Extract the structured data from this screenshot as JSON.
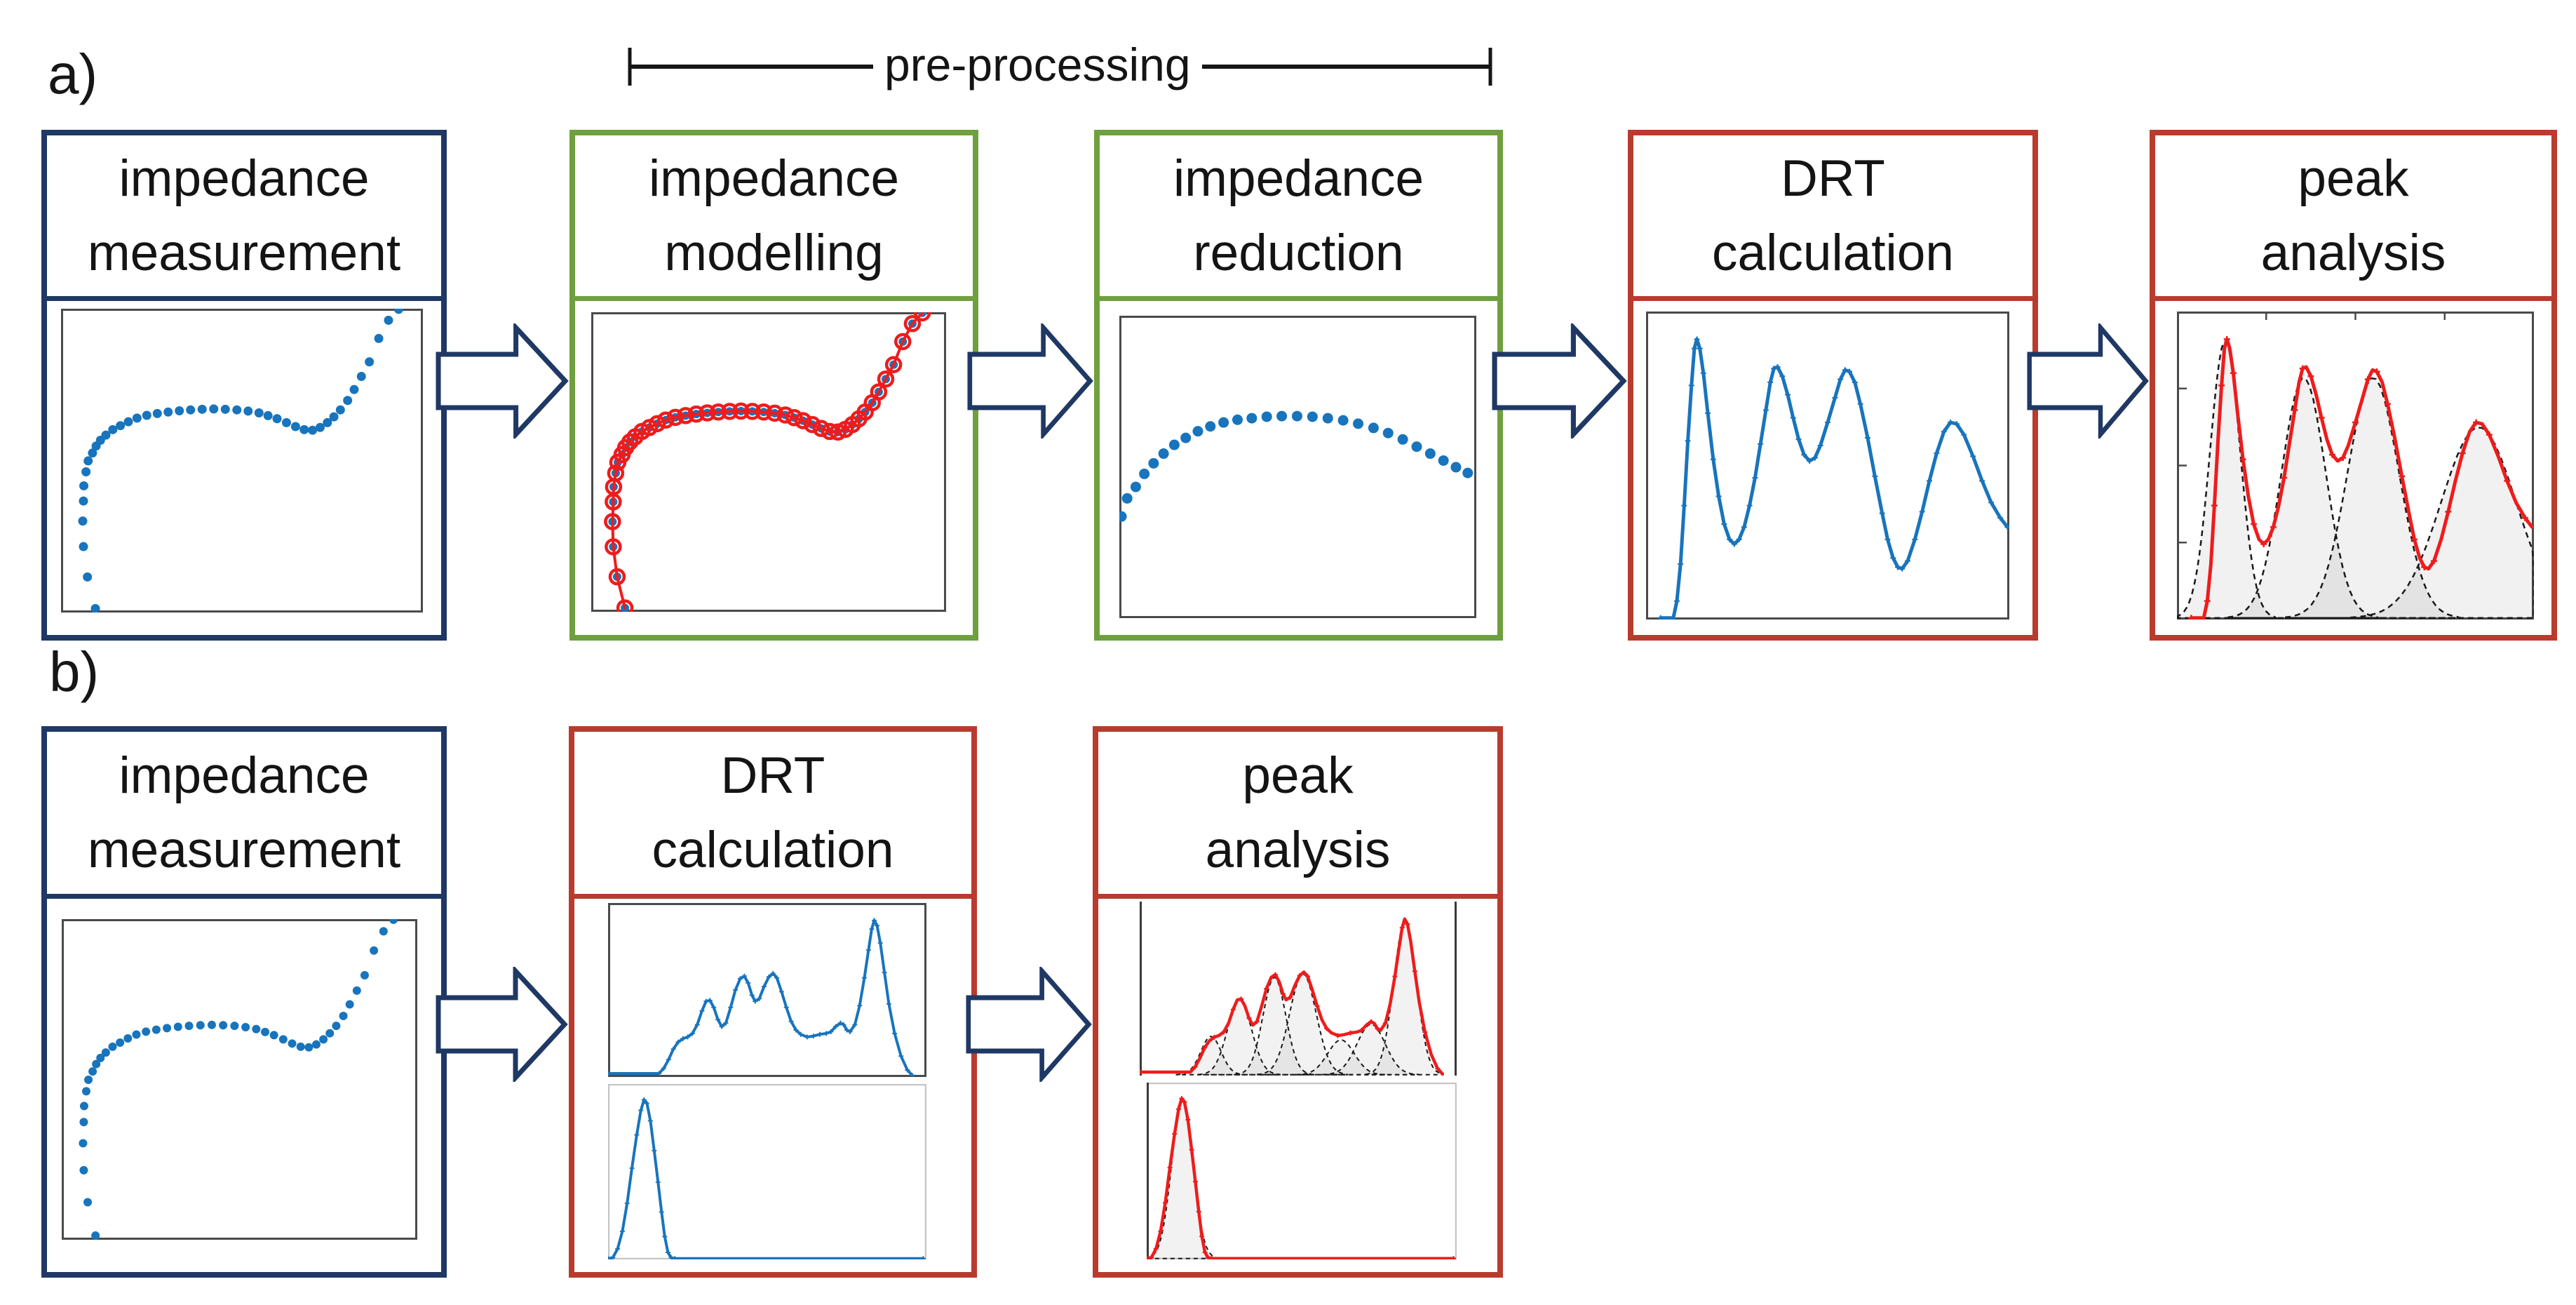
{
  "figure": {
    "panel_a_label": "a)",
    "panel_b_label": "b)",
    "preprocessing_label": "pre-processing"
  },
  "colors": {
    "navy": "#1f3864",
    "green": "#6fa03f",
    "red": "#b93b2d",
    "plot_blue": "#1874bc",
    "plot_red": "#ee1c1c",
    "frame_gray": "#4a4a4a",
    "frame_light": "#c6c6c6",
    "component_black": "#1a1a1a"
  },
  "rows": {
    "a": {
      "boxes": [
        {
          "title_lines": [
            "impedance",
            "measurement"
          ],
          "border": "navy"
        },
        {
          "title_lines": [
            "impedance",
            "modelling"
          ],
          "border": "green"
        },
        {
          "title_lines": [
            "impedance",
            "reduction"
          ],
          "border": "green"
        },
        {
          "title_lines": [
            "DRT",
            "calculation"
          ],
          "border": "red"
        },
        {
          "title_lines": [
            "peak",
            "analysis"
          ],
          "border": "red"
        }
      ]
    },
    "b": {
      "boxes": [
        {
          "title_lines": [
            "impedance",
            "measurement"
          ],
          "border": "navy"
        },
        {
          "title_lines": [
            "DRT",
            "calculation"
          ],
          "border": "red"
        },
        {
          "title_lines": [
            "peak",
            "analysis"
          ],
          "border": "red"
        }
      ]
    }
  },
  "series_lib": {
    "nyquist": [
      [
        0.095,
        0.013
      ],
      [
        0.073,
        0.117
      ],
      [
        0.062,
        0.217
      ],
      [
        0.06,
        0.301
      ],
      [
        0.062,
        0.367
      ],
      [
        0.063,
        0.417
      ],
      [
        0.069,
        0.463
      ],
      [
        0.075,
        0.499
      ],
      [
        0.087,
        0.525
      ],
      [
        0.097,
        0.548
      ],
      [
        0.109,
        0.567
      ],
      [
        0.124,
        0.584
      ],
      [
        0.143,
        0.602
      ],
      [
        0.164,
        0.615
      ],
      [
        0.186,
        0.628
      ],
      [
        0.21,
        0.64
      ],
      [
        0.237,
        0.649
      ],
      [
        0.266,
        0.655
      ],
      [
        0.296,
        0.66
      ],
      [
        0.327,
        0.664
      ],
      [
        0.358,
        0.667
      ],
      [
        0.39,
        0.669
      ],
      [
        0.422,
        0.67
      ],
      [
        0.454,
        0.669
      ],
      [
        0.486,
        0.667
      ],
      [
        0.517,
        0.663
      ],
      [
        0.547,
        0.657
      ],
      [
        0.572,
        0.648
      ],
      [
        0.597,
        0.638
      ],
      [
        0.623,
        0.625
      ],
      [
        0.648,
        0.612
      ],
      [
        0.672,
        0.602
      ],
      [
        0.695,
        0.6
      ],
      [
        0.716,
        0.609
      ],
      [
        0.736,
        0.625
      ],
      [
        0.754,
        0.644
      ],
      [
        0.772,
        0.667
      ],
      [
        0.792,
        0.698
      ],
      [
        0.81,
        0.734
      ],
      [
        0.83,
        0.777
      ],
      [
        0.852,
        0.825
      ],
      [
        0.878,
        0.902
      ],
      [
        0.905,
        0.962
      ],
      [
        0.933,
        0.998
      ]
    ],
    "reduced": [
      [
        0.006,
        0.336
      ],
      [
        0.022,
        0.396
      ],
      [
        0.046,
        0.434
      ],
      [
        0.07,
        0.477
      ],
      [
        0.096,
        0.512
      ],
      [
        0.124,
        0.544
      ],
      [
        0.154,
        0.573
      ],
      [
        0.186,
        0.596
      ],
      [
        0.22,
        0.618
      ],
      [
        0.255,
        0.634
      ],
      [
        0.292,
        0.647
      ],
      [
        0.331,
        0.656
      ],
      [
        0.371,
        0.661
      ],
      [
        0.413,
        0.666
      ],
      [
        0.455,
        0.668
      ],
      [
        0.498,
        0.668
      ],
      [
        0.541,
        0.666
      ],
      [
        0.584,
        0.661
      ],
      [
        0.627,
        0.654
      ],
      [
        0.669,
        0.643
      ],
      [
        0.712,
        0.629
      ],
      [
        0.753,
        0.612
      ],
      [
        0.794,
        0.591
      ],
      [
        0.833,
        0.567
      ],
      [
        0.871,
        0.544
      ],
      [
        0.908,
        0.521
      ],
      [
        0.943,
        0.499
      ],
      [
        0.976,
        0.48
      ]
    ],
    "drt_a": [
      [
        0.04,
        0.005
      ],
      [
        0.075,
        0.005
      ],
      [
        0.085,
        0.06
      ],
      [
        0.095,
        0.18
      ],
      [
        0.105,
        0.37
      ],
      [
        0.115,
        0.58
      ],
      [
        0.125,
        0.76
      ],
      [
        0.133,
        0.88
      ],
      [
        0.14,
        0.91
      ],
      [
        0.148,
        0.88
      ],
      [
        0.158,
        0.8
      ],
      [
        0.17,
        0.67
      ],
      [
        0.185,
        0.52
      ],
      [
        0.2,
        0.4
      ],
      [
        0.215,
        0.31
      ],
      [
        0.23,
        0.26
      ],
      [
        0.243,
        0.245
      ],
      [
        0.256,
        0.26
      ],
      [
        0.27,
        0.3
      ],
      [
        0.285,
        0.37
      ],
      [
        0.3,
        0.46
      ],
      [
        0.315,
        0.57
      ],
      [
        0.33,
        0.68
      ],
      [
        0.342,
        0.77
      ],
      [
        0.352,
        0.815
      ],
      [
        0.362,
        0.82
      ],
      [
        0.375,
        0.79
      ],
      [
        0.39,
        0.73
      ],
      [
        0.405,
        0.655
      ],
      [
        0.42,
        0.585
      ],
      [
        0.435,
        0.535
      ],
      [
        0.45,
        0.515
      ],
      [
        0.465,
        0.525
      ],
      [
        0.48,
        0.565
      ],
      [
        0.5,
        0.64
      ],
      [
        0.52,
        0.72
      ],
      [
        0.535,
        0.78
      ],
      [
        0.548,
        0.81
      ],
      [
        0.56,
        0.805
      ],
      [
        0.575,
        0.77
      ],
      [
        0.59,
        0.7
      ],
      [
        0.61,
        0.59
      ],
      [
        0.63,
        0.465
      ],
      [
        0.65,
        0.345
      ],
      [
        0.665,
        0.26
      ],
      [
        0.68,
        0.2
      ],
      [
        0.693,
        0.17
      ],
      [
        0.705,
        0.165
      ],
      [
        0.72,
        0.19
      ],
      [
        0.74,
        0.26
      ],
      [
        0.76,
        0.35
      ],
      [
        0.78,
        0.45
      ],
      [
        0.8,
        0.54
      ],
      [
        0.82,
        0.61
      ],
      [
        0.838,
        0.64
      ],
      [
        0.855,
        0.635
      ],
      [
        0.875,
        0.6
      ],
      [
        0.9,
        0.53
      ],
      [
        0.925,
        0.45
      ],
      [
        0.95,
        0.38
      ],
      [
        0.975,
        0.33
      ],
      [
        0.995,
        0.3
      ]
    ],
    "drt_b_top": [
      [
        0.0,
        0.02
      ],
      [
        0.16,
        0.02
      ],
      [
        0.175,
        0.05
      ],
      [
        0.19,
        0.1
      ],
      [
        0.205,
        0.16
      ],
      [
        0.22,
        0.2
      ],
      [
        0.235,
        0.22
      ],
      [
        0.25,
        0.23
      ],
      [
        0.265,
        0.25
      ],
      [
        0.28,
        0.3
      ],
      [
        0.295,
        0.38
      ],
      [
        0.308,
        0.435
      ],
      [
        0.32,
        0.44
      ],
      [
        0.332,
        0.4
      ],
      [
        0.345,
        0.33
      ],
      [
        0.357,
        0.29
      ],
      [
        0.37,
        0.31
      ],
      [
        0.385,
        0.4
      ],
      [
        0.4,
        0.5
      ],
      [
        0.415,
        0.565
      ],
      [
        0.428,
        0.58
      ],
      [
        0.44,
        0.54
      ],
      [
        0.452,
        0.47
      ],
      [
        0.462,
        0.435
      ],
      [
        0.475,
        0.45
      ],
      [
        0.49,
        0.52
      ],
      [
        0.505,
        0.575
      ],
      [
        0.518,
        0.595
      ],
      [
        0.53,
        0.57
      ],
      [
        0.545,
        0.49
      ],
      [
        0.56,
        0.4
      ],
      [
        0.575,
        0.32
      ],
      [
        0.59,
        0.27
      ],
      [
        0.605,
        0.245
      ],
      [
        0.625,
        0.23
      ],
      [
        0.645,
        0.235
      ],
      [
        0.665,
        0.245
      ],
      [
        0.685,
        0.25
      ],
      [
        0.7,
        0.26
      ],
      [
        0.715,
        0.29
      ],
      [
        0.73,
        0.31
      ],
      [
        0.74,
        0.3
      ],
      [
        0.75,
        0.27
      ],
      [
        0.76,
        0.26
      ],
      [
        0.775,
        0.3
      ],
      [
        0.79,
        0.41
      ],
      [
        0.805,
        0.57
      ],
      [
        0.818,
        0.73
      ],
      [
        0.828,
        0.85
      ],
      [
        0.836,
        0.9
      ],
      [
        0.845,
        0.87
      ],
      [
        0.855,
        0.77
      ],
      [
        0.868,
        0.6
      ],
      [
        0.882,
        0.42
      ],
      [
        0.9,
        0.25
      ],
      [
        0.92,
        0.12
      ],
      [
        0.94,
        0.04
      ],
      [
        0.955,
        0.01
      ]
    ],
    "drt_b_bottom": [
      [
        0.0,
        0.005
      ],
      [
        0.015,
        0.01
      ],
      [
        0.03,
        0.06
      ],
      [
        0.045,
        0.16
      ],
      [
        0.06,
        0.32
      ],
      [
        0.075,
        0.52
      ],
      [
        0.09,
        0.71
      ],
      [
        0.103,
        0.85
      ],
      [
        0.113,
        0.91
      ],
      [
        0.122,
        0.89
      ],
      [
        0.133,
        0.79
      ],
      [
        0.145,
        0.62
      ],
      [
        0.157,
        0.44
      ],
      [
        0.168,
        0.27
      ],
      [
        0.178,
        0.13
      ],
      [
        0.188,
        0.04
      ],
      [
        0.198,
        0.01
      ],
      [
        0.21,
        0.005
      ],
      [
        0.99,
        0.005
      ]
    ]
  },
  "plots": {
    "a_measurement": {
      "frame": "rect",
      "series": [
        {
          "type": "dots",
          "color": "plot_blue",
          "r": 6.5,
          "points": "nyquist"
        }
      ]
    },
    "a_modelling": {
      "frame": "rect",
      "series": [
        {
          "type": "dots",
          "color": "plot_blue",
          "r": 6,
          "points": "nyquist"
        },
        {
          "type": "line",
          "color": "plot_red",
          "width": 4,
          "points": "nyquist"
        },
        {
          "type": "rings",
          "color": "plot_red",
          "r": 10,
          "width": 4.5,
          "points": "nyquist"
        }
      ]
    },
    "a_reduction": {
      "frame": "rect",
      "series": [
        {
          "type": "dots",
          "color": "plot_blue",
          "r": 7.5,
          "points": "reduced"
        }
      ]
    },
    "a_drt": {
      "frame": "rect",
      "series": [
        {
          "type": "line",
          "color": "plot_blue",
          "width": 5,
          "points": "drt_a",
          "marker": "plus",
          "msize": 8,
          "mevery": 1,
          "mwidth": 2
        }
      ]
    },
    "a_peak": {
      "frame": "rect-ticks",
      "series": [
        {
          "type": "gauss",
          "color": "component_black",
          "width": 2.5,
          "dash": "8 6",
          "fill": "rgba(0,0,0,0.055)",
          "c": 0.135,
          "h": 0.9,
          "s": 0.042
        },
        {
          "type": "gauss",
          "color": "component_black",
          "width": 2.5,
          "dash": "8 6",
          "fill": "rgba(0,0,0,0.055)",
          "c": 0.355,
          "h": 0.78,
          "s": 0.062
        },
        {
          "type": "gauss",
          "color": "component_black",
          "width": 2.5,
          "dash": "8 6",
          "fill": "rgba(0,0,0,0.055)",
          "c": 0.55,
          "h": 0.78,
          "s": 0.072
        },
        {
          "type": "gauss",
          "color": "component_black",
          "width": 2.5,
          "dash": "8 6",
          "fill": "rgba(0,0,0,0.055)",
          "c": 0.845,
          "h": 0.62,
          "s": 0.105
        },
        {
          "type": "line",
          "color": "plot_blue",
          "width": 3,
          "points": "drt_a"
        },
        {
          "type": "line",
          "color": "plot_red",
          "width": 5,
          "points": "drt_a",
          "marker": "plus",
          "msize": 9,
          "mevery": 2,
          "mwidth": 2.5
        }
      ]
    },
    "b_measurement": {
      "frame": "rect",
      "series": [
        {
          "type": "dots",
          "color": "plot_blue",
          "r": 6,
          "points": "nyquist"
        }
      ]
    },
    "b_drt_top": {
      "frame": "rect",
      "series": [
        {
          "type": "line",
          "color": "plot_blue",
          "width": 4,
          "points": "drt_b_top",
          "marker": "plus",
          "msize": 7,
          "mevery": 1,
          "mwidth": 1.8
        }
      ]
    },
    "b_drt_bottom": {
      "frame": "rect-light",
      "series": [
        {
          "type": "line",
          "color": "plot_blue",
          "width": 4,
          "points": "drt_b_bottom",
          "marker": "plus",
          "msize": 7,
          "mevery": 1,
          "mwidth": 1.8
        }
      ]
    },
    "b_peak_top": {
      "frame": "vlines",
      "series": [
        {
          "type": "gauss",
          "color": "component_black",
          "width": 2,
          "dash": "6 5",
          "fill": "rgba(0,0,0,0.05)",
          "c": 0.225,
          "h": 0.22,
          "s": 0.032
        },
        {
          "type": "gauss",
          "color": "component_black",
          "width": 2,
          "dash": "6 5",
          "fill": "rgba(0,0,0,0.05)",
          "c": 0.315,
          "h": 0.43,
          "s": 0.038
        },
        {
          "type": "gauss",
          "color": "component_black",
          "width": 2,
          "dash": "6 5",
          "fill": "rgba(0,0,0,0.05)",
          "c": 0.425,
          "h": 0.56,
          "s": 0.036
        },
        {
          "type": "gauss",
          "color": "component_black",
          "width": 2,
          "dash": "6 5",
          "fill": "rgba(0,0,0,0.05)",
          "c": 0.515,
          "h": 0.58,
          "s": 0.042
        },
        {
          "type": "gauss",
          "color": "component_black",
          "width": 2,
          "dash": "6 5",
          "fill": "rgba(0,0,0,0.05)",
          "c": 0.635,
          "h": 0.2,
          "s": 0.042
        },
        {
          "type": "gauss",
          "color": "component_black",
          "width": 2,
          "dash": "6 5",
          "fill": "rgba(0,0,0,0.05)",
          "c": 0.73,
          "h": 0.29,
          "s": 0.045
        },
        {
          "type": "gauss",
          "color": "component_black",
          "width": 2,
          "dash": "6 5",
          "fill": "rgba(0,0,0,0.05)",
          "c": 0.837,
          "h": 0.88,
          "s": 0.036
        },
        {
          "type": "line",
          "color": "plot_blue",
          "width": 2.5,
          "points": "drt_b_top"
        },
        {
          "type": "line",
          "color": "plot_red",
          "width": 4.5,
          "points": "drt_b_top",
          "marker": "plus",
          "msize": 7,
          "mevery": 2,
          "mwidth": 2
        }
      ]
    },
    "b_peak_bottom": {
      "frame": "vline-rect-light",
      "series": [
        {
          "type": "gauss",
          "color": "component_black",
          "width": 2,
          "dash": "6 5",
          "fill": "rgba(0,0,0,0.05)",
          "c": 0.115,
          "h": 0.9,
          "s": 0.034
        },
        {
          "type": "line",
          "color": "plot_blue",
          "width": 2.5,
          "points": "drt_b_bottom"
        },
        {
          "type": "line",
          "color": "plot_red",
          "width": 4.5,
          "points": "drt_b_bottom",
          "marker": "plus",
          "msize": 7,
          "mevery": 1,
          "mwidth": 2
        }
      ]
    }
  }
}
